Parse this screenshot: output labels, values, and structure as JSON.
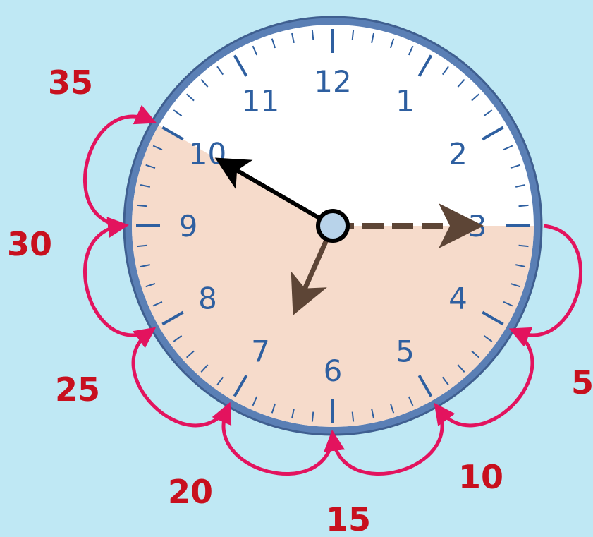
{
  "clock": {
    "numerals": [
      "12",
      "1",
      "2",
      "3",
      "4",
      "5",
      "6",
      "7",
      "8",
      "9",
      "10",
      "11"
    ],
    "minute_hand_points_to": 10,
    "hour_hand_points_to_hour": 6.8,
    "reference_arrow_points_to": 3,
    "shaded_sector_from": 3,
    "shaded_sector_to": 10
  },
  "jump_labels": [
    "5",
    "10",
    "15",
    "20",
    "25",
    "30",
    "35"
  ],
  "colors": {
    "background": "#bfe8f4",
    "face": "#ffffff",
    "shade": "#f5d9c8",
    "rim": "#5a7fb5",
    "numerals": "#2e5fa0",
    "jump_arcs": "#e3135e",
    "labels": "#c8101e",
    "minute_hand": "#000000",
    "hour_hand": "#5d4536",
    "center_cap": "#b8d3ea"
  }
}
